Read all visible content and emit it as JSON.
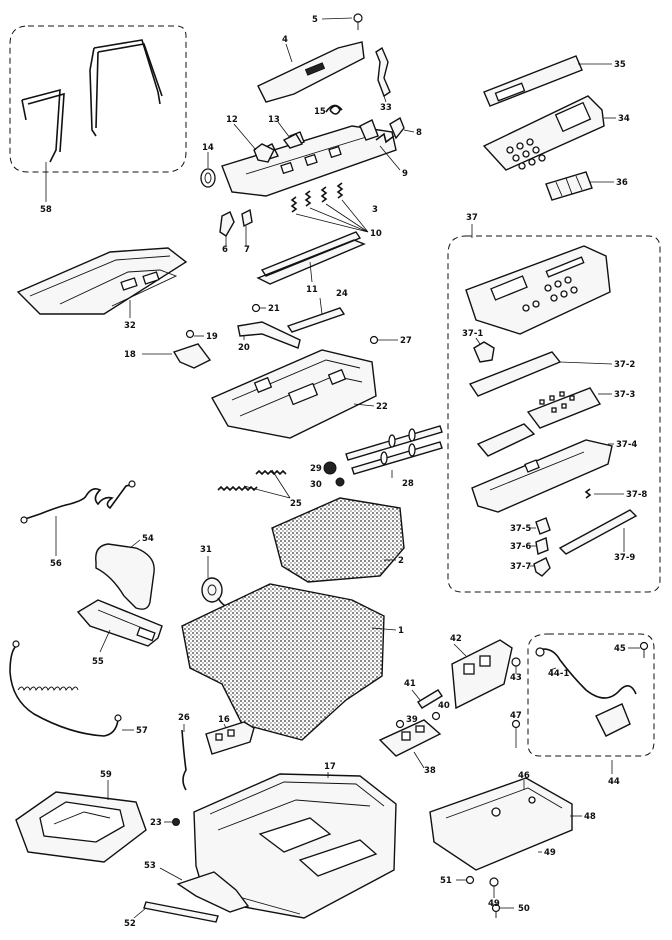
{
  "diagram": {
    "callouts": [
      {
        "id": "c5",
        "text": "5"
      },
      {
        "id": "c4",
        "text": "4"
      },
      {
        "id": "c35",
        "text": "35"
      },
      {
        "id": "c34",
        "text": "34"
      },
      {
        "id": "c33",
        "text": "33"
      },
      {
        "id": "c15",
        "text": "15"
      },
      {
        "id": "c12",
        "text": "12"
      },
      {
        "id": "c13",
        "text": "13"
      },
      {
        "id": "c8",
        "text": "8"
      },
      {
        "id": "c9",
        "text": "9"
      },
      {
        "id": "c14",
        "text": "14"
      },
      {
        "id": "c3",
        "text": "3"
      },
      {
        "id": "c36",
        "text": "36"
      },
      {
        "id": "c58",
        "text": "58"
      },
      {
        "id": "c6",
        "text": "6"
      },
      {
        "id": "c7",
        "text": "7"
      },
      {
        "id": "c10",
        "text": "10"
      },
      {
        "id": "c37",
        "text": "37"
      },
      {
        "id": "c11",
        "text": "11"
      },
      {
        "id": "c24",
        "text": "24"
      },
      {
        "id": "c32",
        "text": "32"
      },
      {
        "id": "c21",
        "text": "21"
      },
      {
        "id": "c19",
        "text": "19"
      },
      {
        "id": "c20",
        "text": "20"
      },
      {
        "id": "c18",
        "text": "18"
      },
      {
        "id": "c27",
        "text": "27"
      },
      {
        "id": "c37-1",
        "text": "37-1"
      },
      {
        "id": "c37-2",
        "text": "37-2"
      },
      {
        "id": "c37-3",
        "text": "37-3"
      },
      {
        "id": "c22",
        "text": "22"
      },
      {
        "id": "c37-4",
        "text": "37-4"
      },
      {
        "id": "c29",
        "text": "29"
      },
      {
        "id": "c28",
        "text": "28"
      },
      {
        "id": "c30",
        "text": "30"
      },
      {
        "id": "c25",
        "text": "25"
      },
      {
        "id": "c37-8",
        "text": "37-8"
      },
      {
        "id": "c56",
        "text": "56"
      },
      {
        "id": "c54",
        "text": "54"
      },
      {
        "id": "c37-5",
        "text": "37-5"
      },
      {
        "id": "c37-6",
        "text": "37-6"
      },
      {
        "id": "c37-7",
        "text": "37-7"
      },
      {
        "id": "c37-9",
        "text": "37-9"
      },
      {
        "id": "c2",
        "text": "2"
      },
      {
        "id": "c31",
        "text": "31"
      },
      {
        "id": "c1",
        "text": "1"
      },
      {
        "id": "c55",
        "text": "55"
      },
      {
        "id": "c42",
        "text": "42"
      },
      {
        "id": "c45",
        "text": "45"
      },
      {
        "id": "c44-1",
        "text": "44-1"
      },
      {
        "id": "c43",
        "text": "43"
      },
      {
        "id": "c41",
        "text": "41"
      },
      {
        "id": "c40",
        "text": "40"
      },
      {
        "id": "c39",
        "text": "39"
      },
      {
        "id": "c26",
        "text": "26"
      },
      {
        "id": "c16",
        "text": "16"
      },
      {
        "id": "c57",
        "text": "57"
      },
      {
        "id": "c47",
        "text": "47"
      },
      {
        "id": "c38",
        "text": "38"
      },
      {
        "id": "c44",
        "text": "44"
      },
      {
        "id": "c17",
        "text": "17"
      },
      {
        "id": "c59",
        "text": "59"
      },
      {
        "id": "c23",
        "text": "23"
      },
      {
        "id": "c46",
        "text": "46"
      },
      {
        "id": "c48",
        "text": "48"
      },
      {
        "id": "c53",
        "text": "53"
      },
      {
        "id": "c51",
        "text": "51"
      },
      {
        "id": "c49",
        "text": "49"
      },
      {
        "id": "c52",
        "text": "52"
      },
      {
        "id": "c50",
        "text": "50"
      }
    ]
  }
}
